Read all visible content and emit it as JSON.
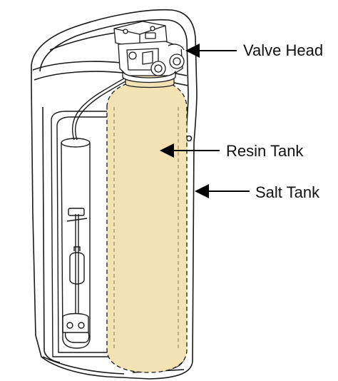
{
  "labels": {
    "valve_head": "Valve Head",
    "resin_tank": "Resin Tank",
    "salt_tank": "Salt Tank"
  },
  "colors": {
    "outline": "#1a1a1a",
    "resin_fill": "#f3e2b3",
    "arrow": "#000000",
    "background": "#ffffff"
  }
}
